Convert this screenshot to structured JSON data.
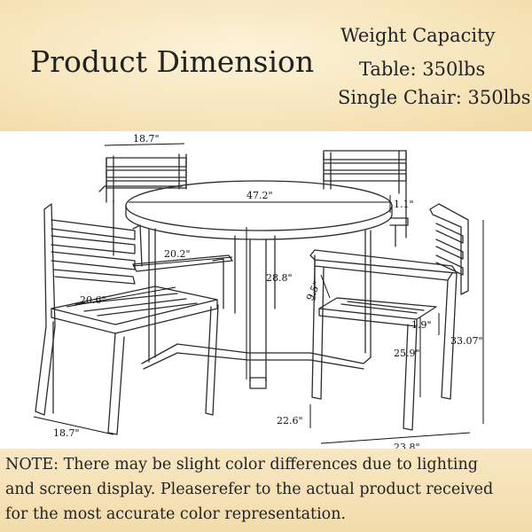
{
  "header": {
    "title": "Product Dimension",
    "capacity_title": "Weight Capacity",
    "table_capacity": "Table: 350lbs",
    "chair_capacity": "Single Chair: 350lbs"
  },
  "dimensions": {
    "back_chair_width": "18.7\"",
    "table_diameter": "47.2\"",
    "table_top_thickness": "1.1\"",
    "armrest_width": "20.2\"",
    "table_height": "28.8\"",
    "seat_depth": "20.6\"",
    "armrest_height": "9.5\"",
    "slat_thickness": "1.9\"",
    "seat_height": "25.9\"",
    "chair_height": "33.07\"",
    "chair_side_depth": "22.6\"",
    "front_chair_width": "18.7\"",
    "chair_depth": "23.8\""
  },
  "note": {
    "line1": "NOTE: There may be slight color differences due to lighting",
    "line2": "and screen display. Pleaserefer to the actual product received",
    "line3": "for the most accurate color representation."
  },
  "colors": {
    "banner": "#f6e3b8",
    "line": "#2b2b2b"
  }
}
